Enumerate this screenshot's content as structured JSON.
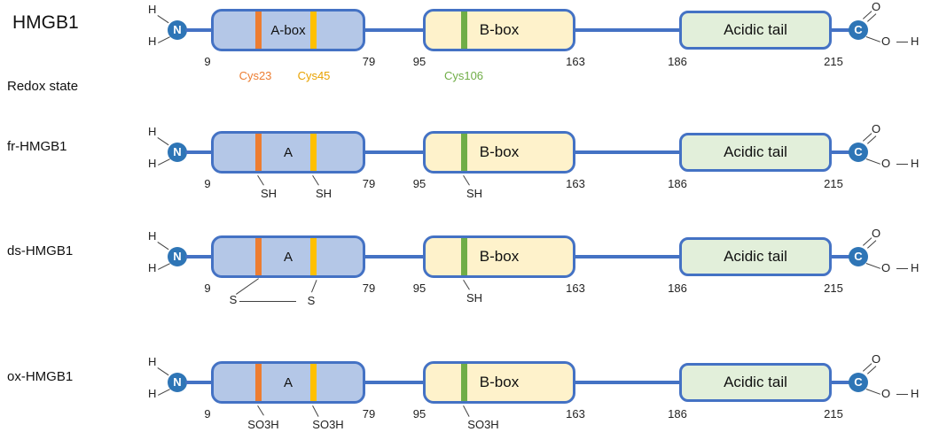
{
  "figure": {
    "redox_state_label": "Redox state"
  },
  "termini": {
    "n": "N",
    "c": "C",
    "h": "H",
    "o": "O"
  },
  "colors": {
    "line": "#4472c4",
    "abox_fill": "#b4c7e7",
    "bbox_fill": "#fef2cb",
    "tail_fill": "#e2efda",
    "stripe_orange": "#ed7d31",
    "stripe_yellow": "#ffc000",
    "stripe_green": "#70ad47",
    "circle_fill": "#2e75b6",
    "cys23_text": "#ed7d31",
    "cys45_text": "#e8a200",
    "cys106_text": "#70ad47"
  },
  "rows": [
    {
      "label": "HMGB1",
      "abox_label": "A-box",
      "bbox_label": "B-box",
      "tail_label": "Acidic tail",
      "positions": {
        "a_start": "9",
        "a_end": "79",
        "b_start": "95",
        "b_end": "163",
        "t_start": "186",
        "t_end": "215"
      },
      "sites": {
        "s1": "Cys23",
        "s2": "Cys45",
        "s3": "Cys106"
      }
    },
    {
      "label": "fr-HMGB1",
      "abox_label": "A",
      "bbox_label": "B-box",
      "tail_label": "Acidic tail",
      "positions": {
        "a_start": "9",
        "a_end": "79",
        "b_start": "95",
        "b_end": "163",
        "t_start": "186",
        "t_end": "215"
      },
      "sites": {
        "s1": "SH",
        "s2": "SH",
        "s3": "SH"
      }
    },
    {
      "label": "ds-HMGB1",
      "abox_label": "A",
      "bbox_label": "B-box",
      "tail_label": "Acidic tail",
      "positions": {
        "a_start": "9",
        "a_end": "79",
        "b_start": "95",
        "b_end": "163",
        "t_start": "186",
        "t_end": "215"
      },
      "sites": {
        "s1": "S",
        "s2": "S",
        "s3": "SH"
      }
    },
    {
      "label": "ox-HMGB1",
      "abox_label": "A",
      "bbox_label": "B-box",
      "tail_label": "Acidic tail",
      "positions": {
        "a_start": "9",
        "a_end": "79",
        "b_start": "95",
        "b_end": "163",
        "t_start": "186",
        "t_end": "215"
      },
      "sites": {
        "s1": "SO3H",
        "s2": "SO3H",
        "s3": "SO3H"
      }
    }
  ]
}
